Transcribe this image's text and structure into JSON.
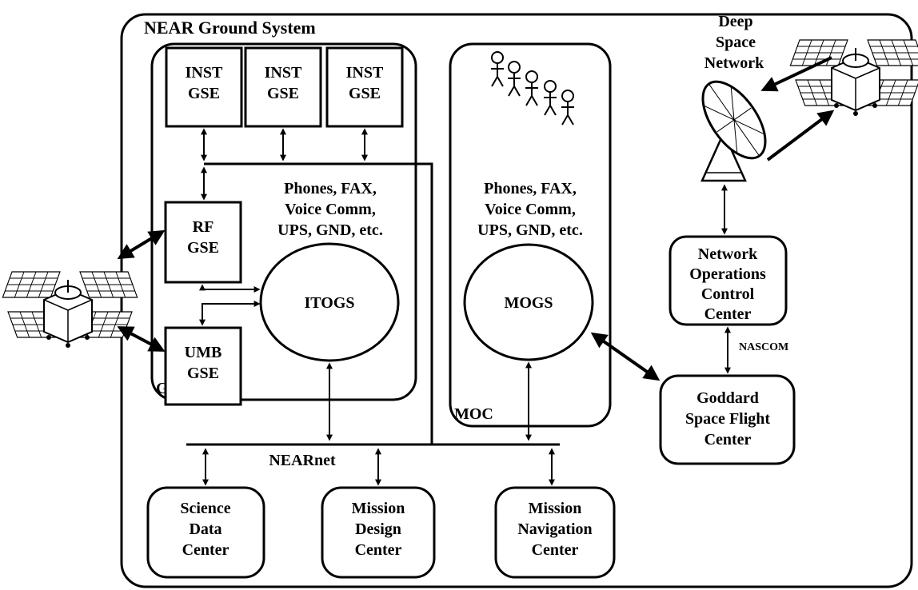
{
  "title": "NEAR Ground System",
  "gss": {
    "label": "GSS",
    "inst_boxes": [
      {
        "line1": "INST",
        "line2": "GSE"
      },
      {
        "line1": "INST",
        "line2": "GSE"
      },
      {
        "line1": "INST",
        "line2": "GSE"
      }
    ],
    "rf": {
      "line1": "RF",
      "line2": "GSE"
    },
    "umb": {
      "line1": "UMB",
      "line2": "GSE"
    },
    "services": [
      "Phones, FAX,",
      "Voice Comm,",
      "UPS, GND, etc."
    ],
    "itogs": "ITOGS"
  },
  "moc": {
    "label": "MOC",
    "services": [
      "Phones, FAX,",
      "Voice Comm,",
      "UPS, GND, etc."
    ],
    "mogs": "MOGS"
  },
  "dsn": [
    "Deep",
    "Space",
    "Network"
  ],
  "nocc": [
    "Network",
    "Operations",
    "Control",
    "Center"
  ],
  "nascom": "NASCOM",
  "gsfc": [
    "Goddard",
    "Space Flight",
    "Center"
  ],
  "nearnet": "NEARnet",
  "science": [
    "Science",
    "Data",
    "Center"
  ],
  "design": [
    "Mission",
    "Design",
    "Center"
  ],
  "navigation": [
    "Mission",
    "Navigation",
    "Center"
  ]
}
